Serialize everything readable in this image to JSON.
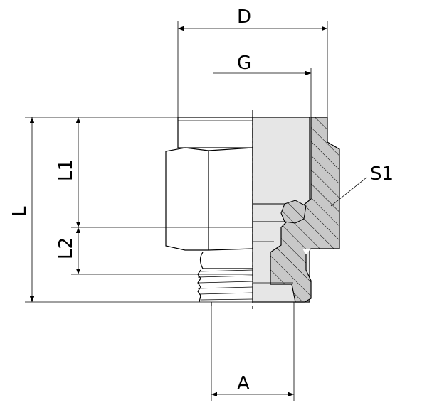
{
  "drawing": {
    "title": "Threaded adapter fitting with hex body",
    "dimensions": {
      "D": "D",
      "G": "G",
      "L": "L",
      "L1": "L1",
      "L2": "L2",
      "S1": "S1",
      "A": "A"
    },
    "colors": {
      "line": "#000000",
      "section_fill": "#e6e6e6",
      "hatch_fill": "#c8c8c8"
    }
  }
}
